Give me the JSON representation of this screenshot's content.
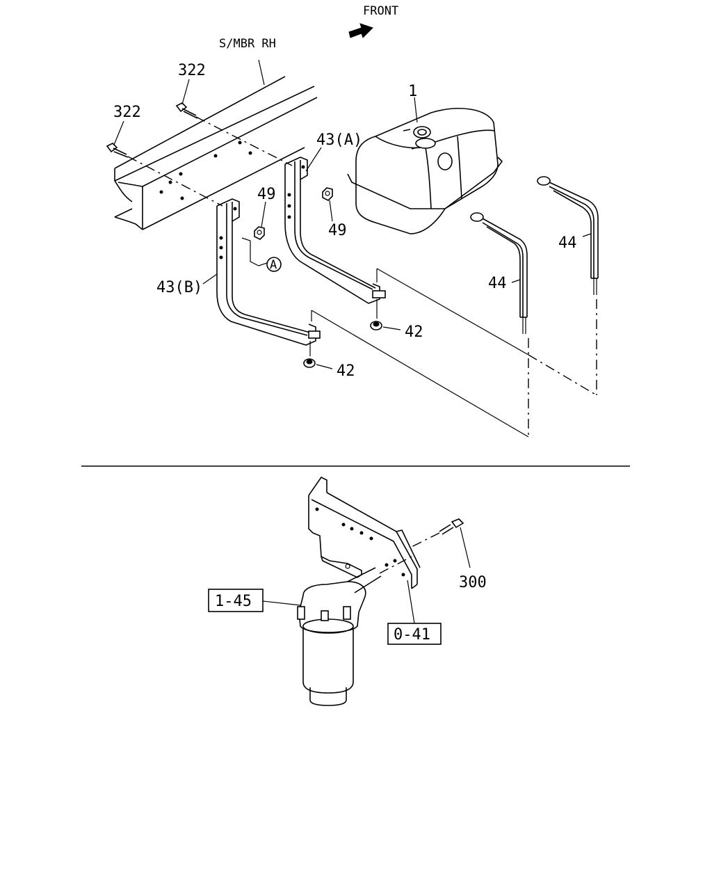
{
  "direction_label": "FRONT",
  "member_label": "S/MBR RH",
  "callouts": {
    "bolt_upper": "322",
    "bolt_lower": "322",
    "fuel_tank": "1",
    "bracket_a": "43(A)",
    "bracket_b": "43(B)",
    "nut_49_upper": "49",
    "nut_49_lower": "49",
    "nut_42_upper": "42",
    "nut_42_lower": "42",
    "strap_front": "44",
    "strap_rear": "44",
    "ref_marker": "A",
    "bolt_300": "300",
    "ref_box_fuel_filter": "1-45",
    "ref_box_bracket": "0-41"
  },
  "colors": {
    "line": "#000000",
    "background": "#ffffff"
  }
}
